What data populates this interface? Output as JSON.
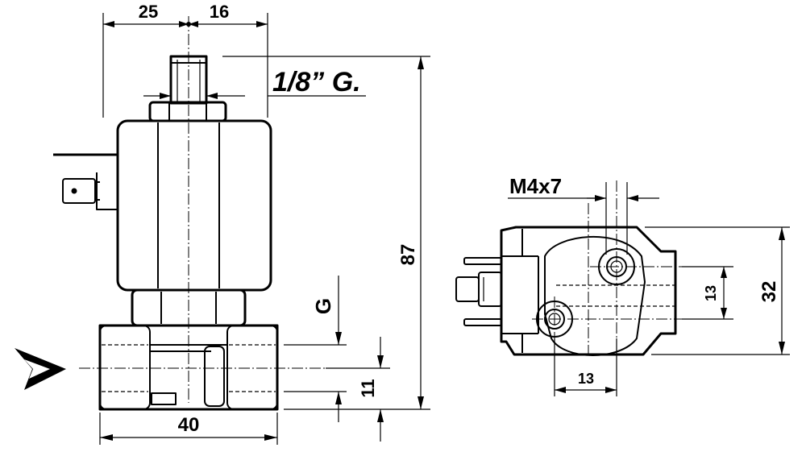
{
  "dimensions": {
    "left_width": "25",
    "right_width": "16",
    "thread_spec": "1/8” G.",
    "total_height": "87",
    "body_width": "40",
    "port_label": "G",
    "port_height": "11",
    "mount_screw": "M4x7",
    "hole_spacing_vertical": "13",
    "hole_spacing_horizontal": "13",
    "base_height": "32"
  },
  "icons": {
    "flow_arrow": "flow-direction-arrow-icon"
  },
  "colors": {
    "line": "#000000",
    "background": "#ffffff"
  }
}
